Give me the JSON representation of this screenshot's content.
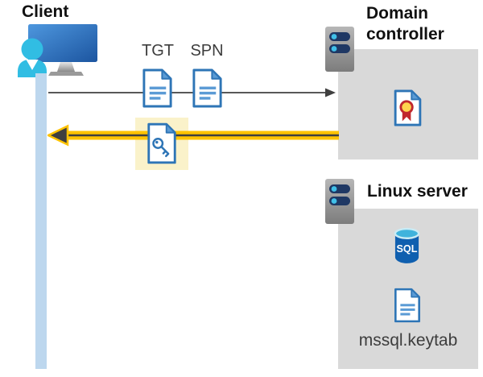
{
  "client": {
    "label": "Client"
  },
  "flow": {
    "tgt_label": "TGT",
    "spn_label": "SPN",
    "request_arrow": "client-to-domain-controller",
    "response_arrow": "domain-controller-to-client-highlighted"
  },
  "domain_controller": {
    "label": "Domain controller"
  },
  "linux_server": {
    "label": "Linux server",
    "sql_label": "SQL",
    "keytab_file": "mssql.keytab"
  },
  "icons": {
    "client": "user-at-computer-icon",
    "domain_controller": "server-icon",
    "linux_server": "server-icon",
    "tgt": "document-icon",
    "spn": "document-icon",
    "service_ticket": "key-document-icon",
    "certificate": "certificate-document-icon",
    "database": "sql-database-icon",
    "keytab": "document-icon"
  },
  "colors": {
    "highlight_yellow": "#FFC300",
    "highlight_box": "#FAF2CA",
    "panel_gray": "#D9D9D9",
    "doc_border_blue": "#2E75B6",
    "doc_fill_blue": "#5B9BD5",
    "timeline_blue": "#BDD7EE",
    "arrow_gray": "#595959",
    "server_bar_navy": "#1F3864",
    "accent_cyan": "#35BDE1",
    "sql_body_blue": "#0F5FAF",
    "cert_ribbon_red": "#C0272D",
    "cert_seal_yellow": "#FFD34D"
  }
}
